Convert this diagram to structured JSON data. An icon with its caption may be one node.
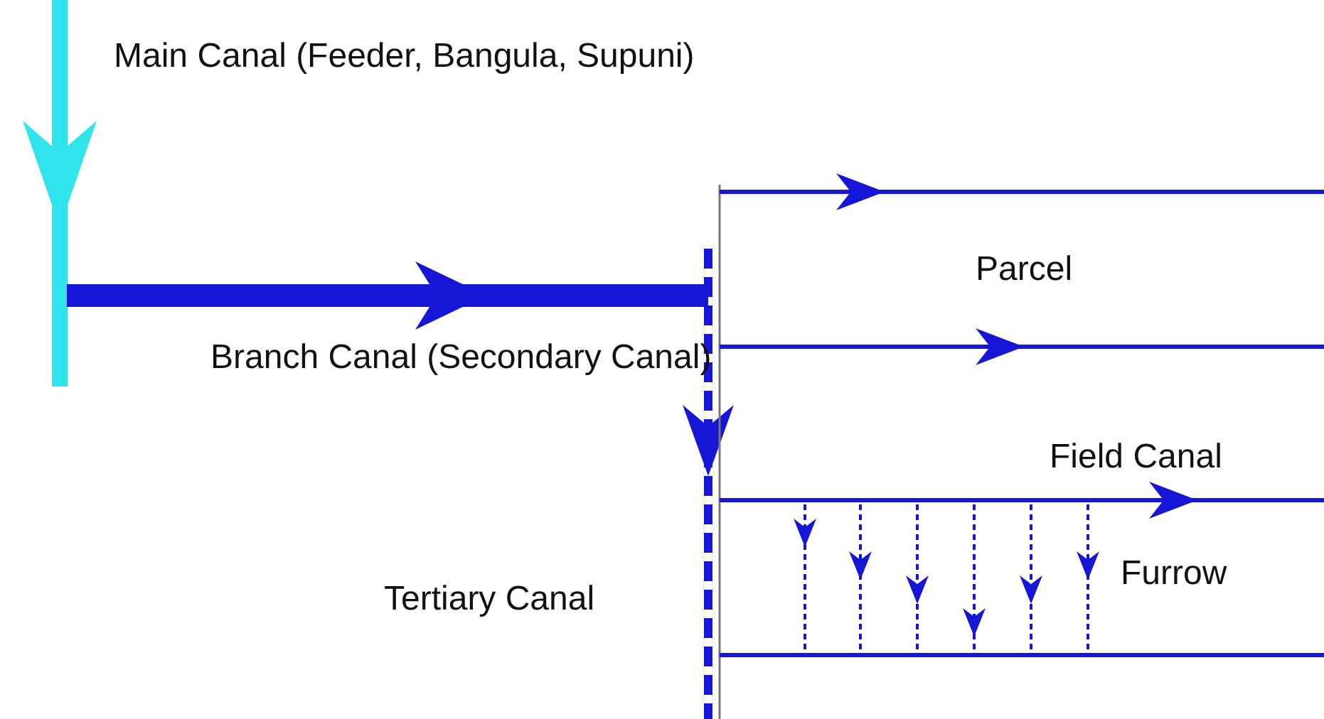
{
  "diagram": {
    "labels": [
      "Main Canal (Feeder, Bangula, Supuni)",
      "Parcel",
      "Branch Canal (Secondary Canal)",
      "Field Canal",
      "Furrow",
      "Tertiary Canal"
    ]
  }
}
